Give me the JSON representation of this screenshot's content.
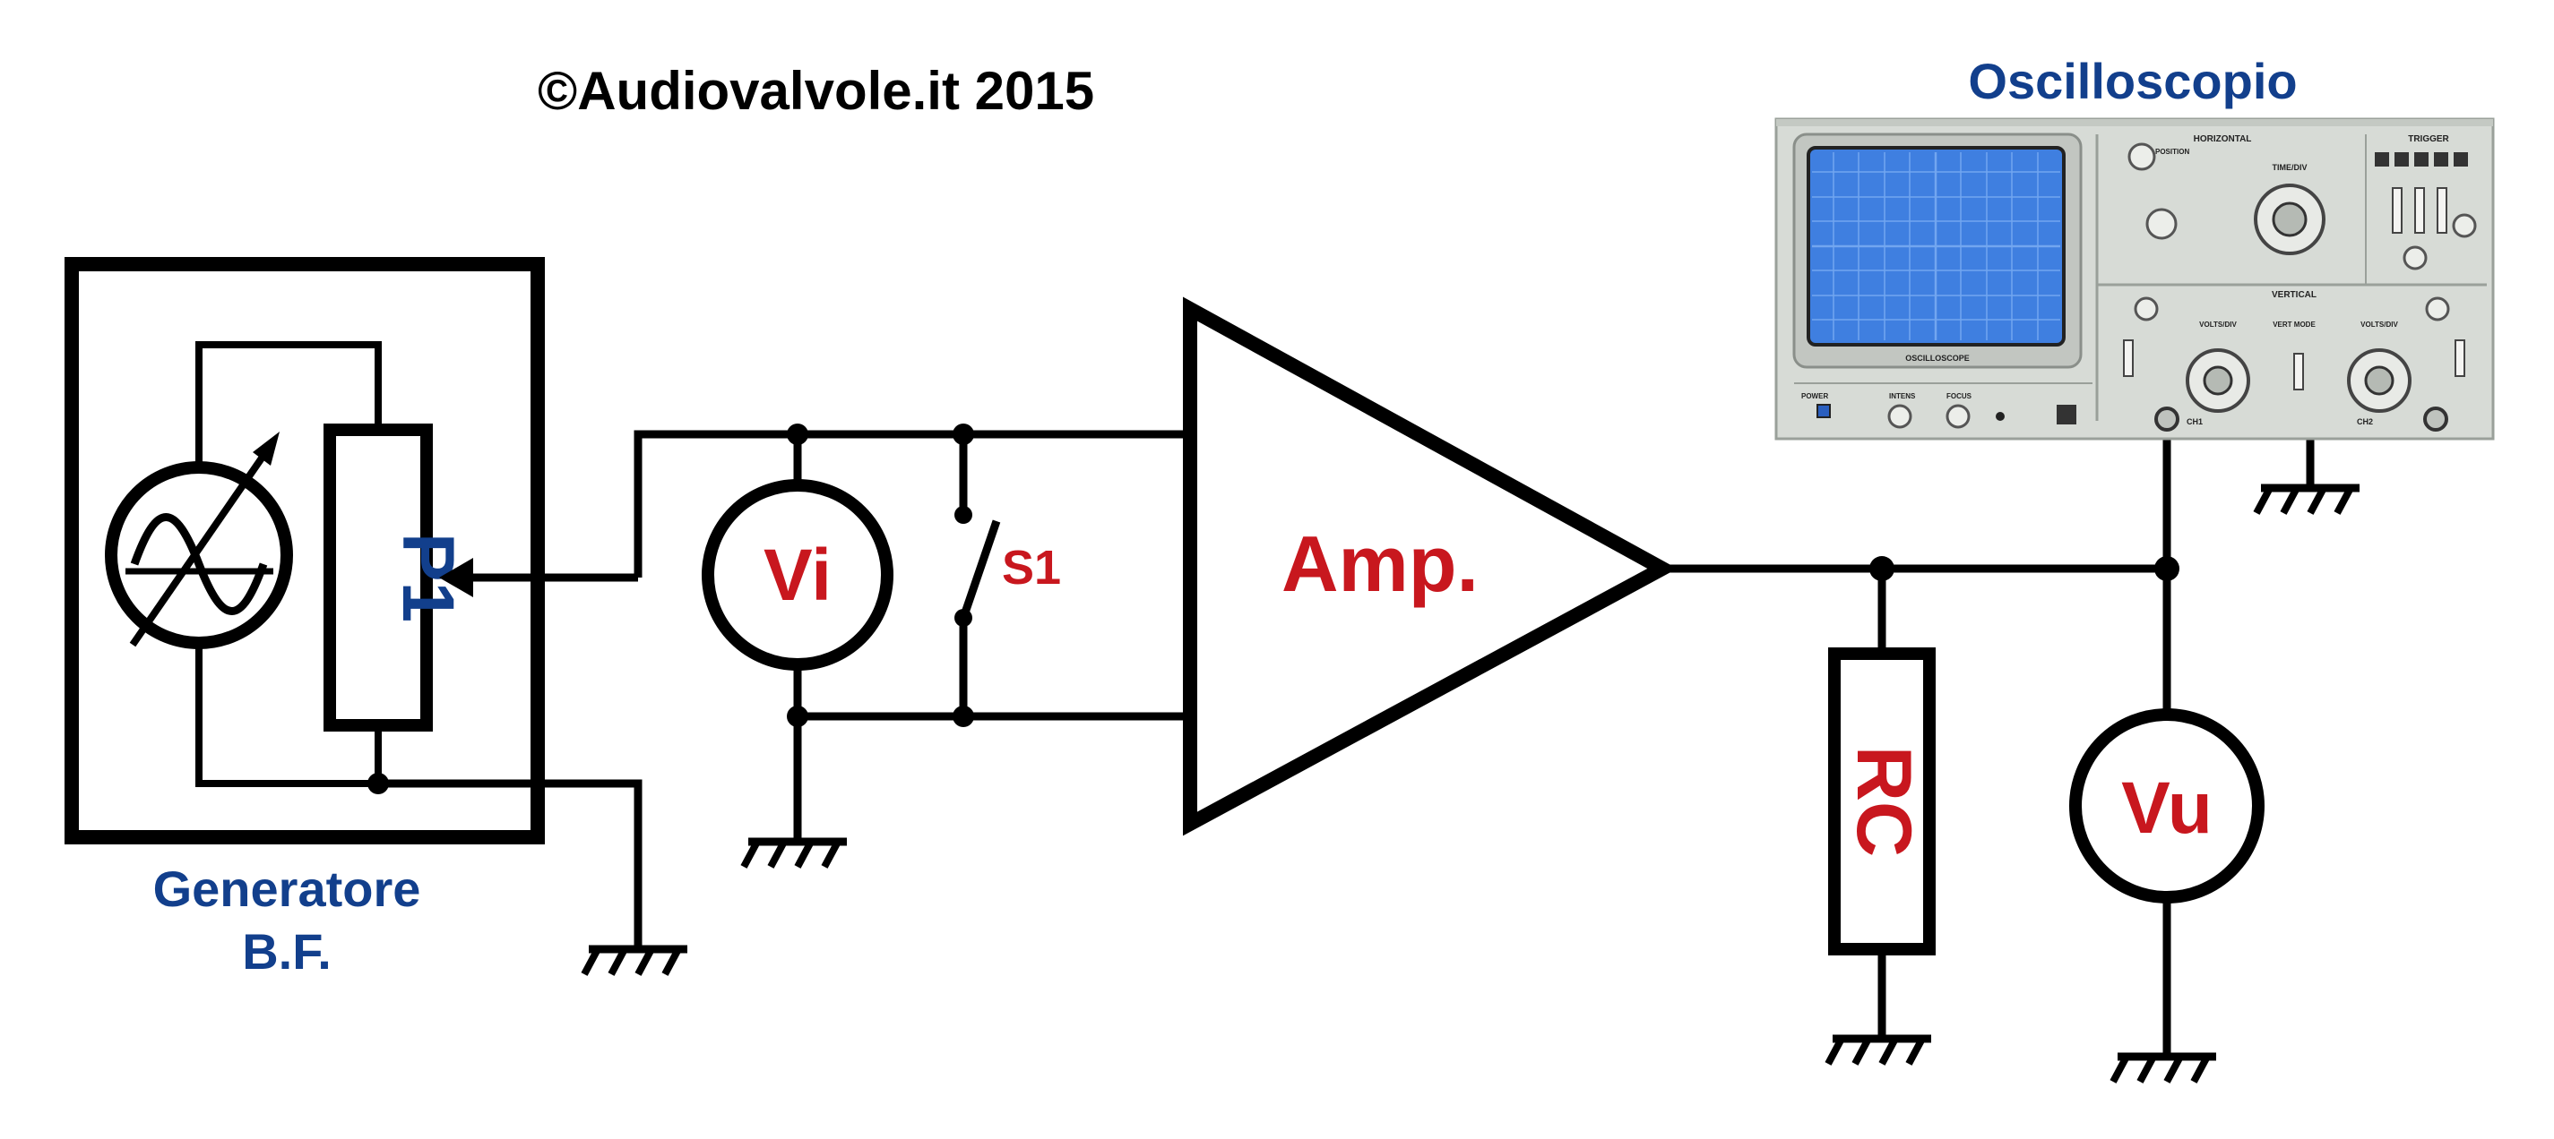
{
  "copyright": "©Audiovalvole.it 2015",
  "colors": {
    "wire": "#000000",
    "blue_label": "#123f8c",
    "red_label": "#c8171e",
    "scope_panel": "#d7dbd6",
    "scope_screen": "#3f7fe0"
  },
  "generator": {
    "label_line1": "Generatore",
    "label_line2": "B.F.",
    "potentiometer": "P1",
    "icon": "ac-source-icon"
  },
  "meters": {
    "input": "Vi",
    "output": "Vu"
  },
  "switch": {
    "label": "S1"
  },
  "amplifier": {
    "label": "Amp."
  },
  "load": {
    "label": "RC"
  },
  "oscilloscope": {
    "title": "Oscilloscopio",
    "panel": {
      "screen_label": "OSCILLOSCOPE",
      "horizontal": "HORIZONTAL",
      "trigger": "TRIGGER",
      "vertical": "VERTICAL",
      "position": "POSITION",
      "time_div": "TIME/DIV",
      "volts_div": "VOLTS/DIV",
      "vert_mode": "VERT MODE",
      "power": "POWER",
      "intens": "INTENS",
      "focus": "FOCUS",
      "ch1": "CH1",
      "ch2": "CH2"
    }
  }
}
